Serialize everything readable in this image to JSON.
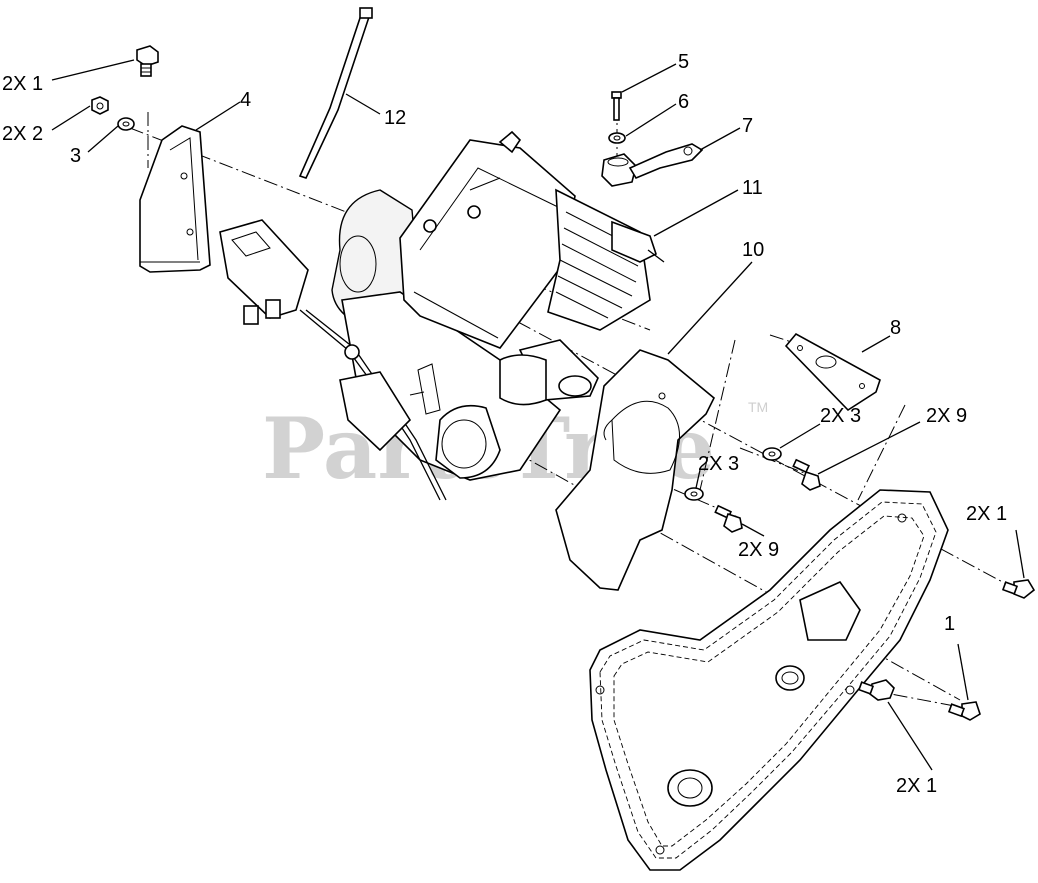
{
  "watermark": {
    "text": "PartsTree",
    "trademark": "TM"
  },
  "callouts": [
    {
      "id": "c-2x1-top-left",
      "text": "2X 1"
    },
    {
      "id": "c-2x2",
      "text": "2X 2"
    },
    {
      "id": "c-3-left",
      "text": "3"
    },
    {
      "id": "c-4",
      "text": "4"
    },
    {
      "id": "c-12",
      "text": "12"
    },
    {
      "id": "c-5",
      "text": "5"
    },
    {
      "id": "c-6",
      "text": "6"
    },
    {
      "id": "c-7",
      "text": "7"
    },
    {
      "id": "c-11",
      "text": "11"
    },
    {
      "id": "c-10",
      "text": "10"
    },
    {
      "id": "c-8",
      "text": "8"
    },
    {
      "id": "c-2x3-upper",
      "text": "2X 3"
    },
    {
      "id": "c-2x9-upper",
      "text": "2X 9"
    },
    {
      "id": "c-2x3-lower",
      "text": "2X 3"
    },
    {
      "id": "c-2x9-lower",
      "text": "2X 9"
    },
    {
      "id": "c-2x1-right",
      "text": "2X 1"
    },
    {
      "id": "c-1-right",
      "text": "1"
    },
    {
      "id": "c-2x1-bottom",
      "text": "2X 1"
    }
  ]
}
